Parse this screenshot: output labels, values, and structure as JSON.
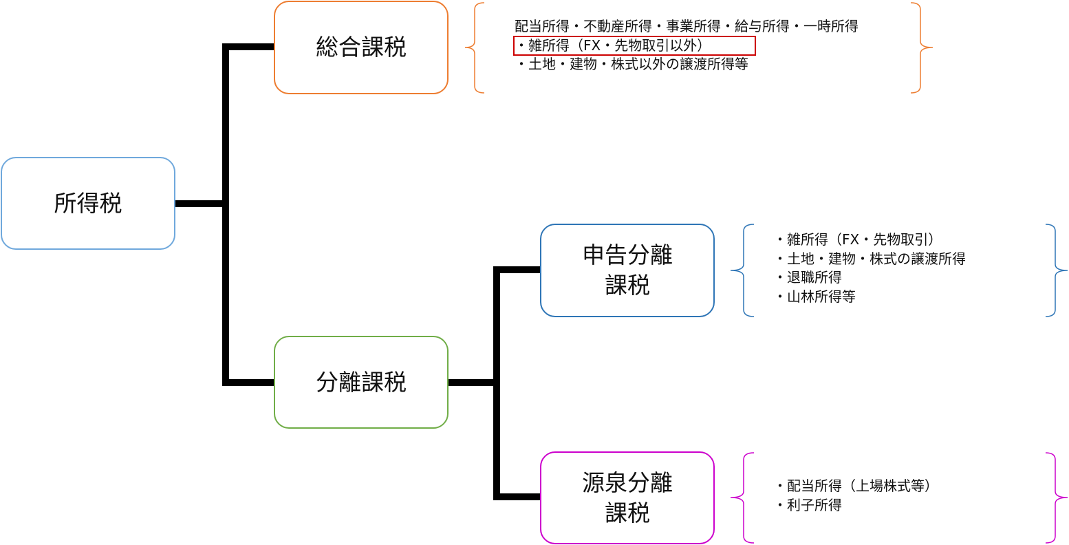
{
  "nodes": {
    "root": {
      "label": "所得税",
      "color": "#6fa8dc"
    },
    "sogo": {
      "label": "総合課税",
      "color": "#ed7d31"
    },
    "bunri": {
      "label": "分離課税",
      "color": "#70ad47"
    },
    "shinkoku": {
      "label_1": "申告分離",
      "label_2": "課税",
      "color": "#2e75b6"
    },
    "gensen": {
      "label_1": "源泉分離",
      "label_2": "課税",
      "color": "#cc00cc"
    }
  },
  "details": {
    "sogo": [
      "配当所得・不動産所得・事業所得・給与所得・一時所得",
      "・雑所得（FX・先物取引以外）",
      "・土地・建物・株式以外の譲渡所得等"
    ],
    "shinkoku": [
      "・雑所得（FX・先物取引）",
      "・土地・建物・株式の譲渡所得",
      "・退職所得",
      "・山林所得等"
    ],
    "gensen": [
      "・配当所得（上場株式等）",
      "・利子所得"
    ]
  },
  "highlight_color": "#cc0000"
}
